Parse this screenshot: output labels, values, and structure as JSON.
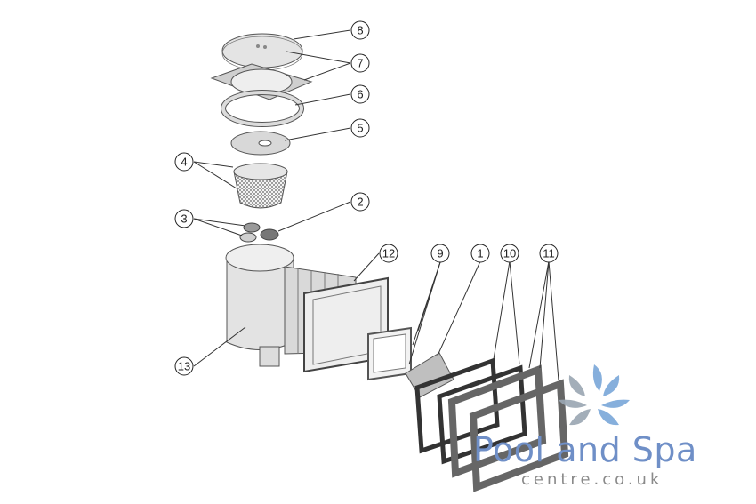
{
  "callouts": [
    "1",
    "2",
    "3",
    "4",
    "5",
    "6",
    "7",
    "8",
    "9",
    "10",
    "11",
    "12",
    "13"
  ],
  "logo": {
    "title": "Pool and Spa",
    "subtitle": "centre.co.uk"
  },
  "colors": {
    "part_fill": "#e6e6e6",
    "part_stroke": "#555555",
    "logo_blue": "#6f8fc7",
    "logo_grey": "#8a8a8a"
  }
}
